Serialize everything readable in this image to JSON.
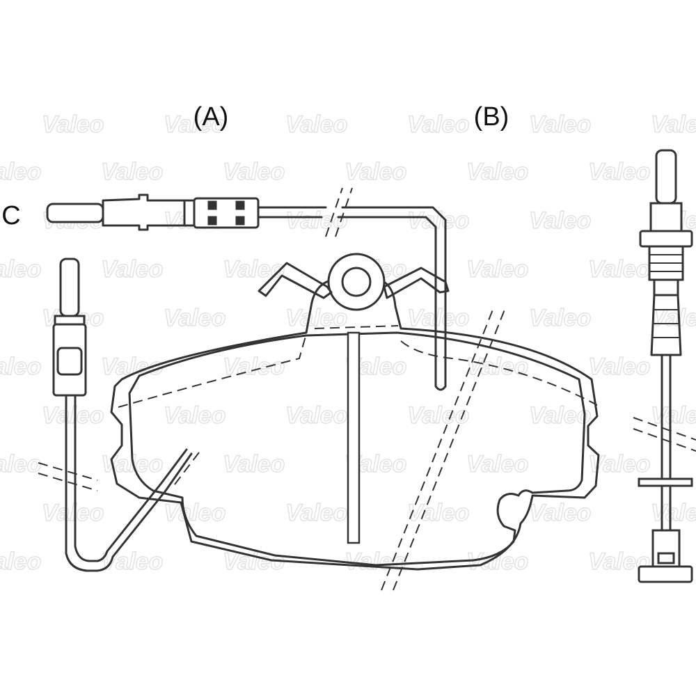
{
  "labels": {
    "a": "(A)",
    "b": "(B)",
    "c": "C"
  },
  "watermark": {
    "text": "Valeo"
  },
  "colors": {
    "line": "#333333",
    "pad_fill": "#d0d0d0",
    "background": "#ffffff",
    "watermark": "#e2e2e2"
  }
}
